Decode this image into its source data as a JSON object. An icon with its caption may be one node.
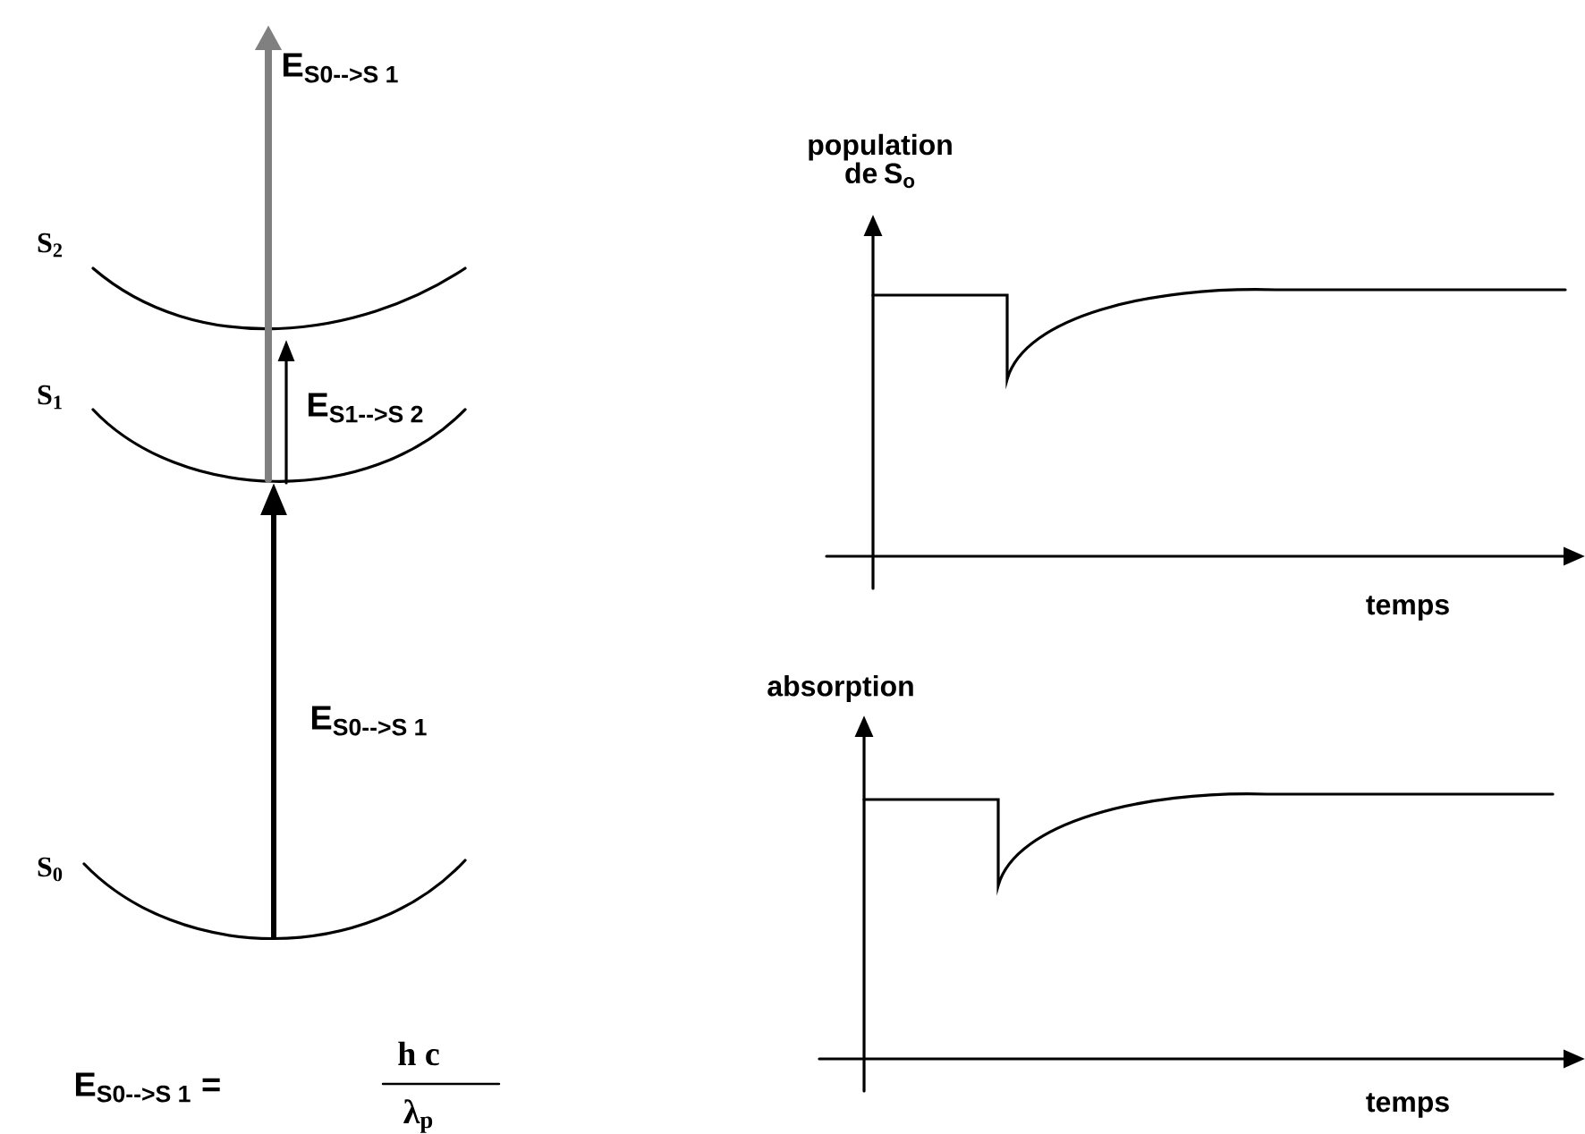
{
  "diagram": {
    "labels": [
      "E$_{S0-->S 1}$",
      "S$_{2}$",
      "S$_{1}$",
      "E$_{S1-->S 2}$",
      "E$_{S0-->S 1}$",
      "S$_{0}$",
      "E$_{S0-->S 1}$ =",
      "h c",
      "λ$_{p}$",
      "population de S$_{o}$",
      "temps",
      "absorption",
      "temps"
    ]
  }
}
